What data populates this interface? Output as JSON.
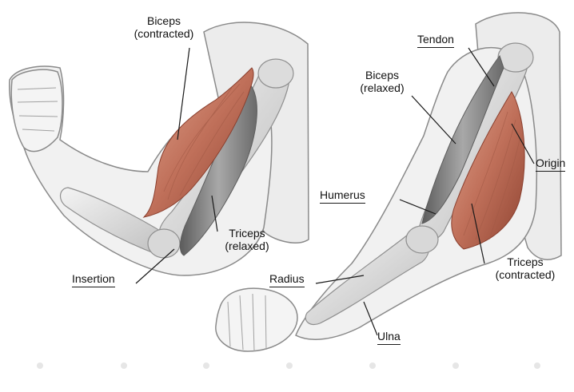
{
  "labels": {
    "biceps_contracted": {
      "line1": "Biceps",
      "line2": "(contracted)"
    },
    "triceps_relaxed": {
      "line1": "Triceps",
      "line2": "(relaxed)"
    },
    "insertion": "Insertion",
    "tendon": "Tendon",
    "biceps_relaxed": {
      "line1": "Biceps",
      "line2": "(relaxed)"
    },
    "origin": "Origin",
    "humerus": "Humerus",
    "radius": "Radius",
    "triceps_contracted": {
      "line1": "Triceps",
      "line2": "(contracted)"
    },
    "ulna": "Ulna"
  },
  "colors": {
    "skin_outline": "#8a8a8a",
    "skin_fill": "#ededed",
    "muscle": "#c97a62",
    "muscle_dark": "#9e4c38",
    "muscle_relaxed": "#7e7e7e",
    "bone": "#e4e4e4",
    "leader_line": "#1a1a1a"
  }
}
